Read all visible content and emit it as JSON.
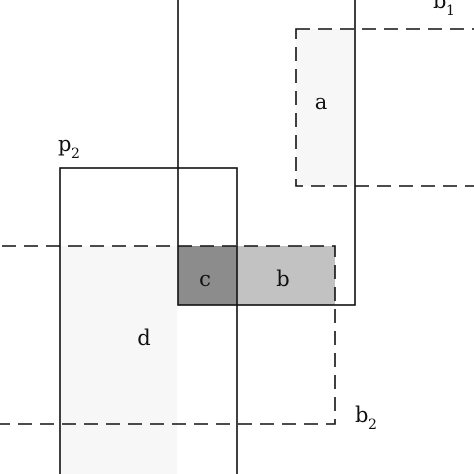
{
  "labels": {
    "a": "a",
    "b": "b",
    "c": "c",
    "d": "d",
    "p2_base": "p",
    "p2_sub": "2",
    "b1_base": "b",
    "b1_sub": "1",
    "b2_base": "b",
    "b2_sub": "2"
  },
  "colors": {
    "stroke": "#111111",
    "region_a": "#f7f7f7",
    "region_b": "#c2c2c2",
    "region_c": "#8c8c8c",
    "region_d": "#f7f7f7"
  }
}
